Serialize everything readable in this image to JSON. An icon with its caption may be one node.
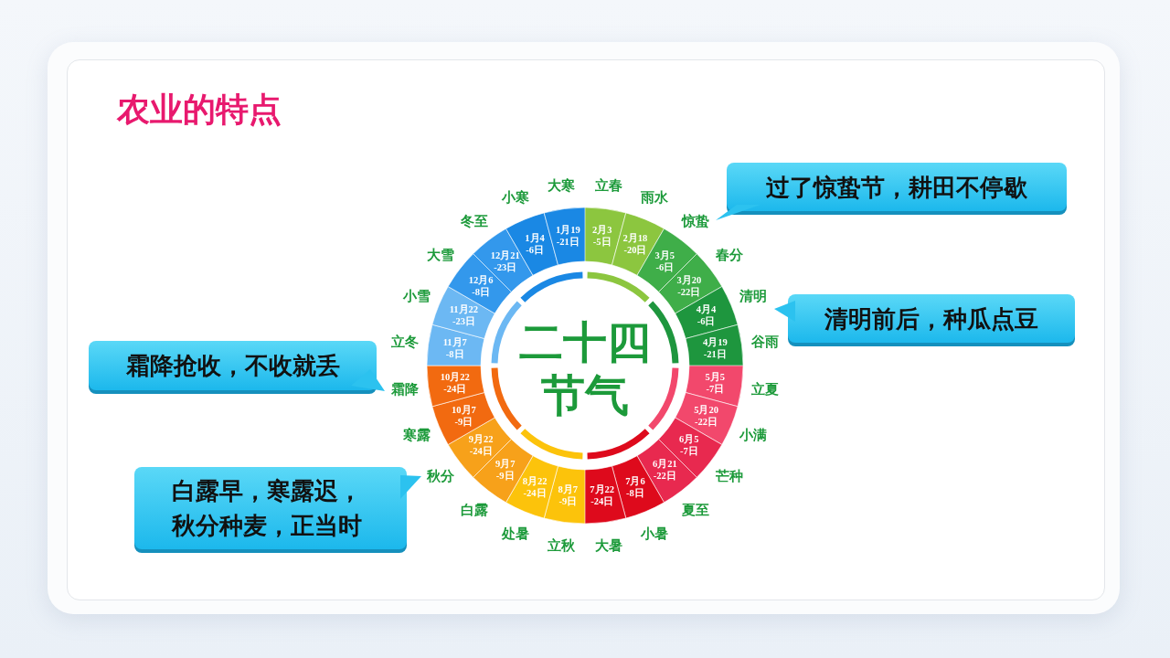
{
  "diagram": {
    "title": "农业的特点",
    "nodes": [
      {
        "text": [
          "二十四节气"
        ]
      },
      {
        "text": [
          "2月3-5日"
        ],
        "beside": [
          "立春"
        ]
      },
      {
        "text": [
          "2月18-20日"
        ],
        "beside": [
          "雨水"
        ]
      },
      {
        "text": [
          "3月5-6日"
        ],
        "beside": [
          "惊蛰"
        ]
      },
      {
        "text": [
          "3月20-22日"
        ],
        "beside": [
          "春分"
        ]
      },
      {
        "text": [
          "4月4-6日"
        ],
        "beside": [
          "清明"
        ]
      },
      {
        "text": [
          "4月19-21日"
        ],
        "beside": [
          "谷雨"
        ]
      },
      {
        "text": [
          "5月5-7日"
        ],
        "beside": [
          "立夏"
        ]
      },
      {
        "text": [
          "5月20-22日"
        ],
        "beside": [
          "小满"
        ]
      },
      {
        "text": [
          "6月5-7日"
        ],
        "beside": [
          "芒种"
        ]
      },
      {
        "text": [
          "6月21-22日"
        ],
        "beside": [
          "夏至"
        ]
      },
      {
        "text": [
          "7月6-8日"
        ],
        "beside": [
          "小暑"
        ]
      },
      {
        "text": [
          "7月22-24日"
        ],
        "beside": [
          "大暑"
        ]
      },
      {
        "text": [
          "8月7-9日"
        ],
        "beside": [
          "立秋"
        ]
      },
      {
        "text": [
          "8月22-24日"
        ],
        "beside": [
          "处暑"
        ]
      },
      {
        "text": [
          "9月7-9日"
        ],
        "beside": [
          "白露"
        ]
      },
      {
        "text": [
          "9月22-24日"
        ],
        "beside": [
          "秋分"
        ]
      },
      {
        "text": [
          "10月7-9日"
        ],
        "beside": [
          "寒露"
        ]
      },
      {
        "text": [
          "10月22-24日"
        ],
        "beside": [
          "霜降"
        ]
      },
      {
        "text": [
          "11月7-8日"
        ],
        "beside": [
          "立冬"
        ]
      },
      {
        "text": [
          "11月22-23日"
        ],
        "beside": [
          "小雪"
        ]
      },
      {
        "text": [
          "12月6-8日"
        ],
        "beside": [
          "大雪"
        ]
      },
      {
        "text": [
          "12月21-23日"
        ],
        "beside": [
          "冬至"
        ]
      },
      {
        "text": [
          "1月4-6日"
        ],
        "beside": [
          "小寒"
        ]
      },
      {
        "text": [
          "1月19-21日"
        ],
        "beside": [
          "大寒"
        ]
      },
      {
        "text": [
          "过了惊蛰节，耕田不停歇"
        ]
      },
      {
        "text": [
          "清明前后，种瓜点豆"
        ]
      },
      {
        "text": [
          "霜降抢收，不收就丢"
        ]
      },
      {
        "text": [
          "白露早，寒露迟，秋分种麦，正当时"
        ]
      }
    ]
  }
}
